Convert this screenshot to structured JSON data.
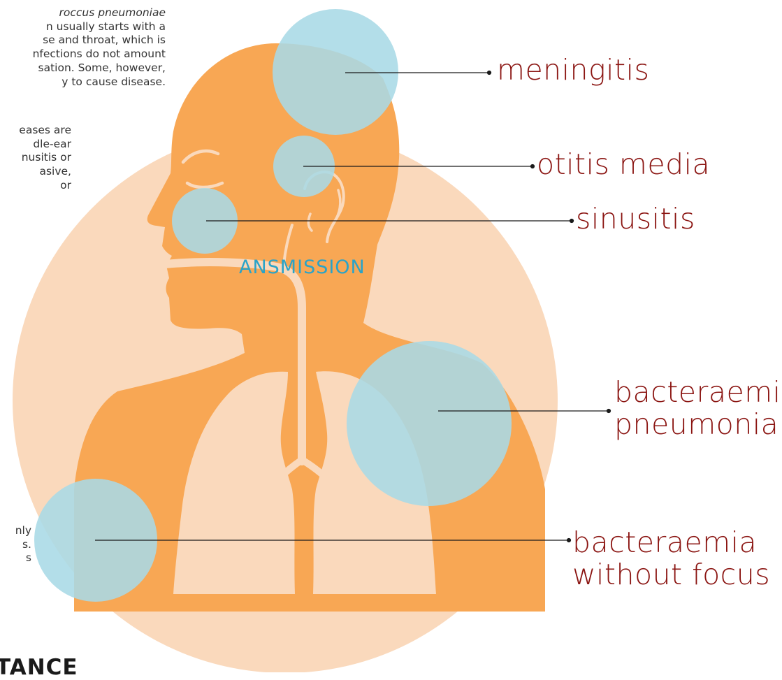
{
  "intro_text": {
    "lines": [
      "roccus pneumoniae",
      "n usually starts with a",
      "se and throat, which is",
      "nfections do not amount",
      "sation. Some, however,",
      "y to cause disease."
    ],
    "lines2": [
      "eases are",
      "dle-ear",
      "nusitis or",
      "asive,",
      "or"
    ]
  },
  "section_heading": "ANSMISSION",
  "bottom_left_text": [
    "nly",
    "s.",
    "s"
  ],
  "bottom_heading": "TANCE",
  "labels": {
    "meningitis": "meningitis",
    "otitis_media": "otitis media",
    "sinusitis": "sinusitis",
    "bacteraemic_pneumonia_1": "bacteraemic",
    "bacteraemic_pneumonia_2": "pneumonia",
    "bacteraemia_1": "bacteraemia",
    "bacteraemia_2": "without focus"
  },
  "colors": {
    "background_circle": "#fad9bc",
    "body": "#f8a754",
    "lungs": "#fad9bc",
    "infection_circle": "#a9d9e6",
    "label_text": "#8b1512",
    "heading_teal": "#2aa3c8"
  }
}
